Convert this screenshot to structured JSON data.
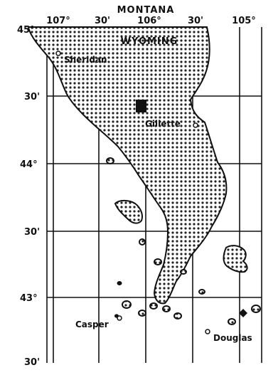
{
  "map": {
    "state_labels": {
      "north": "MONTANA",
      "south": "WYOMING"
    },
    "longitude_labels": [
      "107°",
      "30'",
      "106°",
      "30'",
      "105°"
    ],
    "latitude_labels": [
      "45°",
      "30'",
      "44°",
      "30'",
      "43°",
      "30'"
    ],
    "cities": [
      {
        "name": "Sheridan",
        "lon": -106.95,
        "lat": 44.8
      },
      {
        "name": "Gillette",
        "lon": -105.5,
        "lat": 44.3
      },
      {
        "name": "Casper",
        "lon": -106.32,
        "lat": 42.85
      },
      {
        "name": "Douglas",
        "lon": -105.38,
        "lat": 42.76
      }
    ],
    "colors": {
      "ink": "#111111",
      "fill_dots": "#222222",
      "background": "#ffffff"
    }
  }
}
